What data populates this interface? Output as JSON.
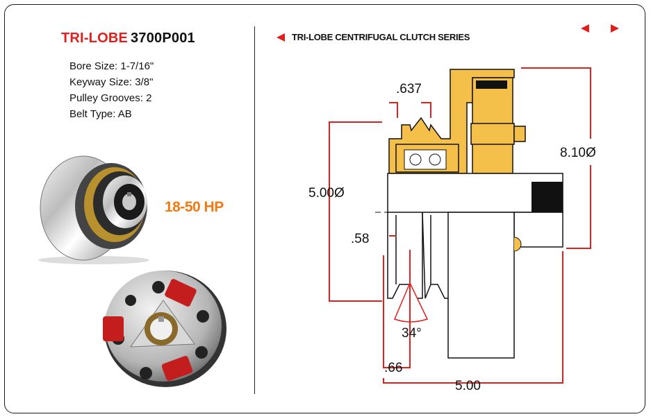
{
  "product": {
    "brand": "TRI-LOBE",
    "model": "3700P001",
    "specs": [
      {
        "label": "Bore Size:",
        "value": "1-7/16\""
      },
      {
        "label": "Keyway Size:",
        "value": "3/8\""
      },
      {
        "label": "Pulley Grooves:",
        "value": "2"
      },
      {
        "label": "Belt Type:",
        "value": "AB"
      }
    ],
    "horsepower": "18-50 HP"
  },
  "series": {
    "title": "TRI-LOBE CENTRIFUGAL CLUTCH SERIES"
  },
  "navigation": {
    "prev_icon": "left-arrow-icon",
    "next_icon": "right-arrow-icon"
  },
  "dimensions": {
    "groove_width": ".637",
    "outer_diameter": "8.10Ø",
    "pulley_diameter": "5.00Ø",
    "offset": ".58",
    "angle": "34°",
    "edge": ".66",
    "length": "5.00"
  },
  "colors": {
    "brand_red": "#e0201c",
    "hp_orange": "#f07a14",
    "clutch_gold": "#f4c04a",
    "dim_red": "#e0201c"
  }
}
